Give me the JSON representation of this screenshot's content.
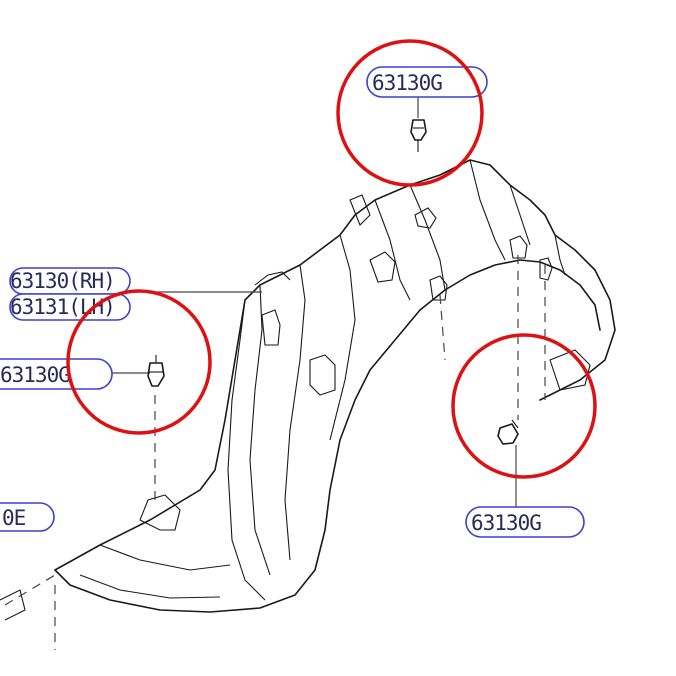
{
  "labels": {
    "clip_top": "63130G",
    "clip_left": "63130G",
    "clip_right": "63130G",
    "part_rh": "63130(RH)",
    "part_lh": "63131(LH)",
    "clip_cut": "0E"
  },
  "icons": {
    "fastener": "push-clip-icon"
  },
  "colors": {
    "highlight": "#dd1111",
    "bubble_border": "#3f3fd0",
    "text": "#2a2a5a",
    "line_art": "#1a1a1a"
  }
}
